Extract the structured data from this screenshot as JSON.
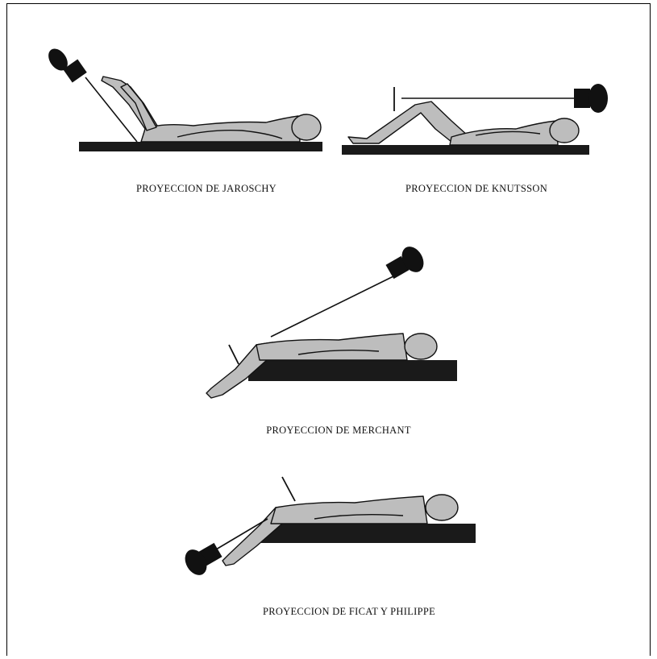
{
  "captions": {
    "jaroschy": "PROYECCION DE JAROSCHY",
    "knutsson": "PROYECCION DE KNUTSSON",
    "merchant": "PROYECCION DE MERCHANT",
    "ficat": "PROYECCION DE FICAT Y PHILIPPE"
  },
  "colors": {
    "figure_fill": "#bdbdbd",
    "outline": "#111111",
    "table": "#1a1a1a",
    "background": "#ffffff"
  }
}
